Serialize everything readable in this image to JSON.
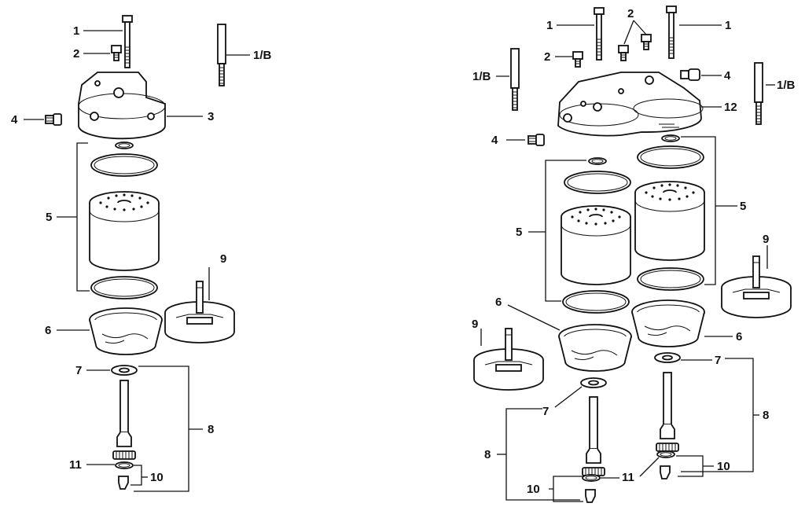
{
  "diagram": {
    "left_assembly": {
      "callouts": {
        "c1": "1",
        "c2": "2",
        "c1b": "1/B",
        "c3": "3",
        "c4": "4",
        "c5": "5",
        "c6": "6",
        "c7": "7",
        "c8": "8",
        "c9": "9",
        "c10": "10",
        "c11": "11"
      }
    },
    "right_assembly": {
      "callouts": {
        "c1_left": "1",
        "c1_right": "1",
        "c2": "2",
        "c1b_left": "1/B",
        "c1b_right": "1/B",
        "c4_top": "4",
        "c4_left": "4",
        "c12": "12",
        "c5_left": "5",
        "c5_right": "5",
        "c6_left": "6",
        "c6_right": "6",
        "c7_left": "7",
        "c7_right": "7",
        "c8_left": "8",
        "c8_right": "8",
        "c9_left": "9",
        "c9_right": "9",
        "c10_left": "10",
        "c10_right": "10",
        "c11": "11"
      }
    }
  }
}
